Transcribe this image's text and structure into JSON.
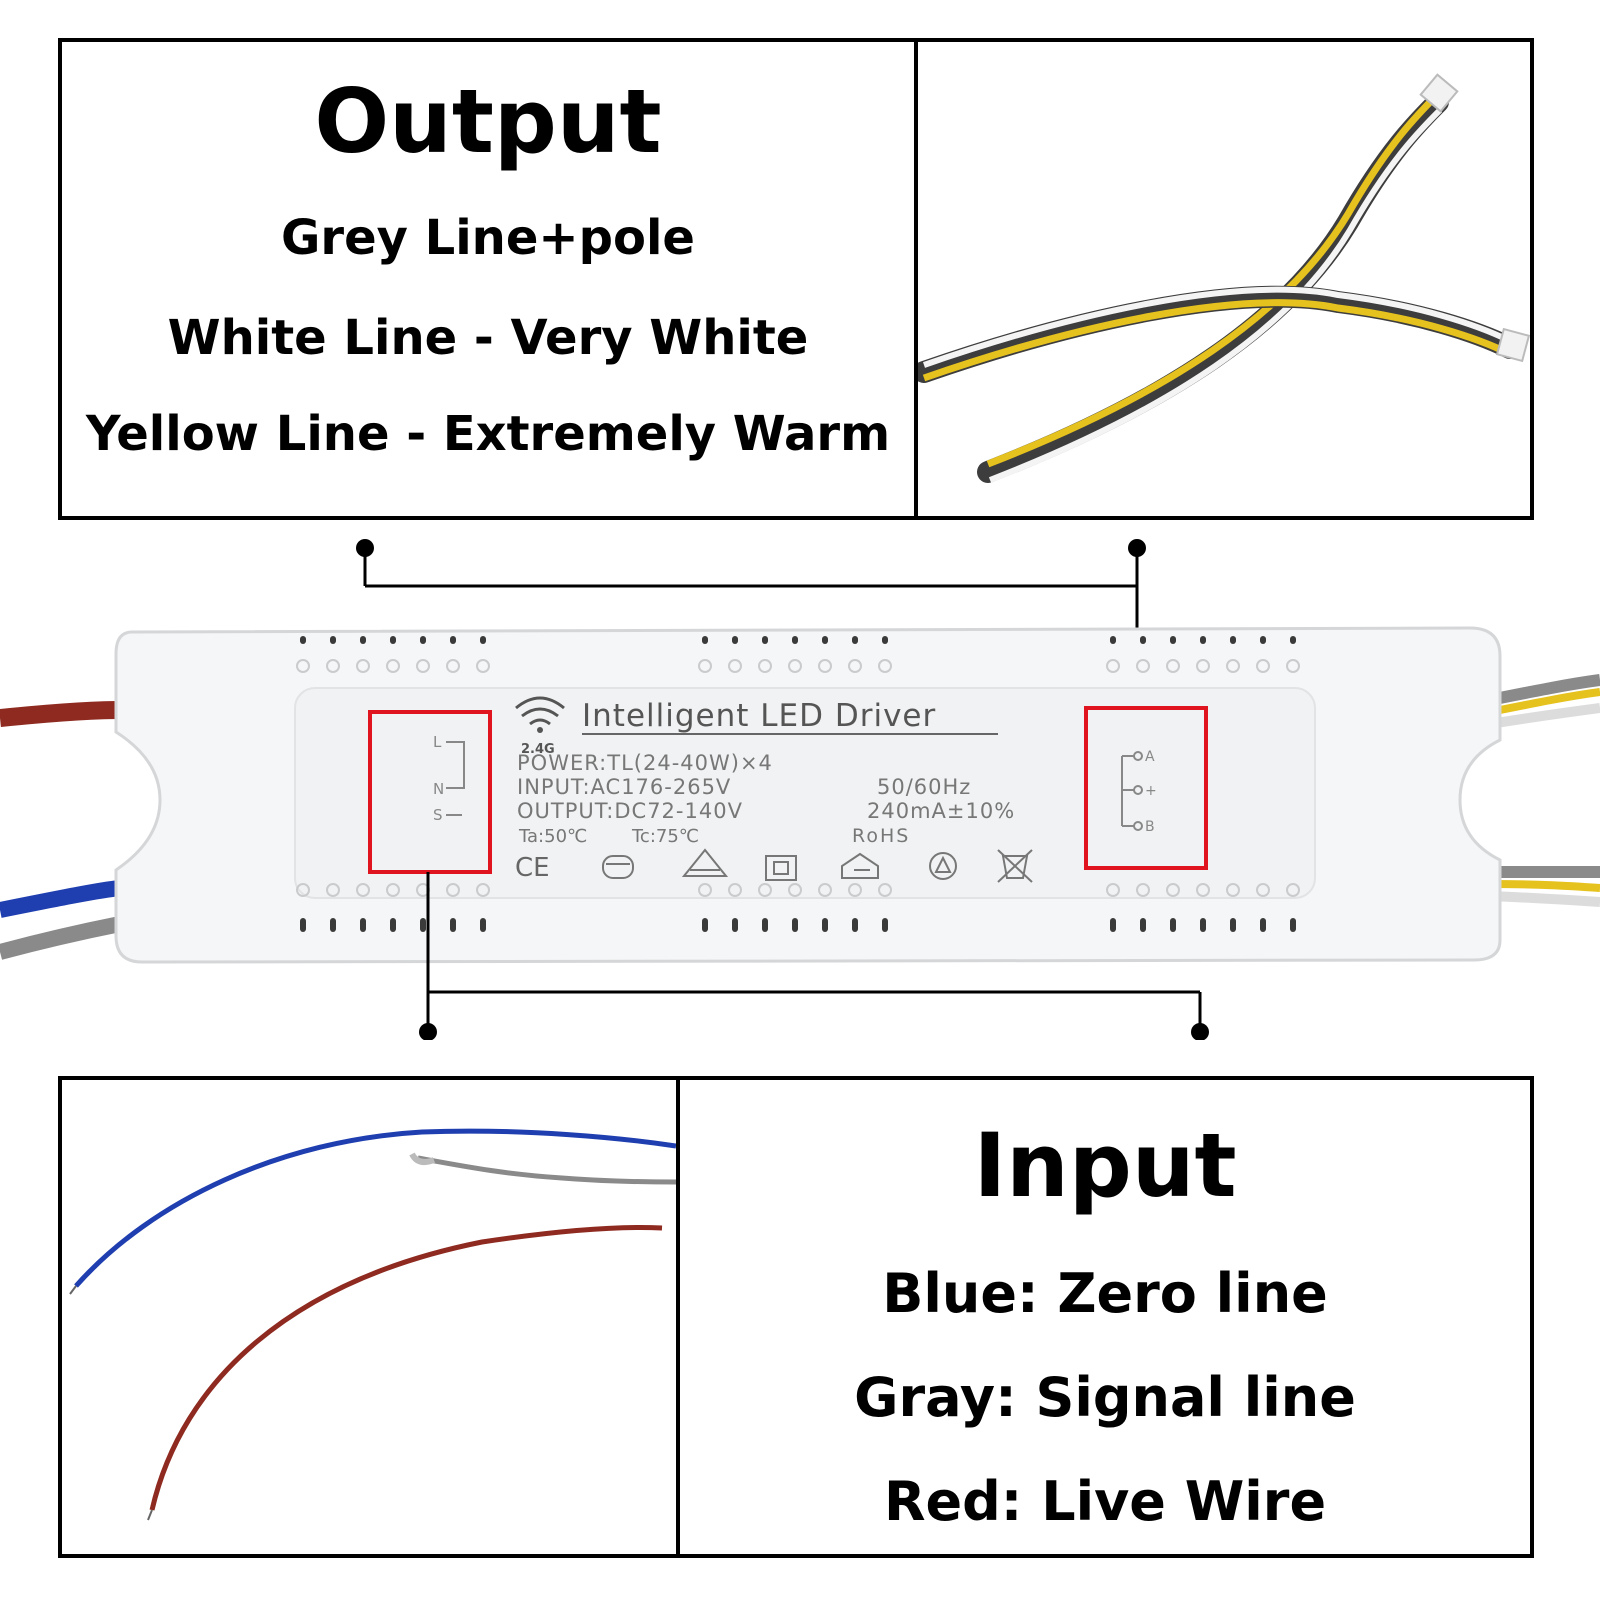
{
  "output": {
    "title": "Output",
    "lines": [
      "Grey Line+pole",
      "White Line - Very White",
      "Yellow Line - Extremely Warm"
    ]
  },
  "input": {
    "title": "Input",
    "lines": [
      "Blue: Zero line",
      "Gray: Signal line",
      "Red: Live Wire"
    ]
  },
  "driver": {
    "wifi_label": "2.4G",
    "name": "Intelligent LED Driver",
    "power": "POWER:TL(24-40W)×4",
    "input_spec": "INPUT:AC176-265V",
    "frequency": "50/60Hz",
    "output_spec": "OUTPUT:DC72-140V",
    "current": "240mA±10%",
    "ta": "Ta:50℃",
    "tc": "Tc:75℃",
    "rohs": "RoHS",
    "ce": "CE",
    "input_terminals": [
      "L",
      "N",
      "S"
    ],
    "output_terminals": [
      "A",
      "+",
      "B"
    ]
  },
  "colors": {
    "wire_blue": "#1f3fb0",
    "wire_red": "#8e2a20",
    "wire_gray": "#8a8a8a",
    "wire_yellow": "#e6c21e",
    "wire_white": "#f4f4f4",
    "highlight_box": "#e0141f"
  }
}
